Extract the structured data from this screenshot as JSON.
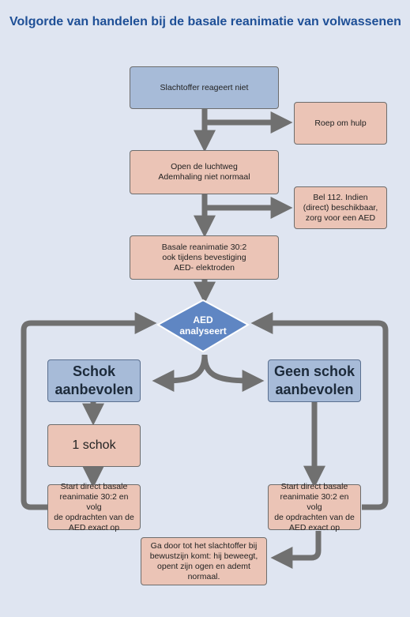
{
  "title": "Volgorde van handelen bij de basale reanimatie van volwassenen",
  "nodes": {
    "slachtoffer": "Slachtoffer reageert niet",
    "roep": "Roep om hulp",
    "luchtweg": "Open de luchtweg\nAdemhaling niet normaal",
    "bel": "Bel 112. Indien\n(direct) beschikbaar,\nzorg voor een AED",
    "basale": "Basale reanimatie 30:2\nook tijdens bevestiging\nAED- elektroden",
    "aed": "AED\nanalyseert",
    "schok": "Schok\naanbevolen",
    "geen_schok": "Geen schok\naanbevolen",
    "een_schok": "1 schok",
    "start_left": "Start direct basale\nreanimatie 30:2 en volg\nde opdrachten van de\nAED exact op",
    "start_right": "Start direct basale\nreanimatie 30:2 en volg\nde opdrachten van de\nAED exact op",
    "ga_door": "Ga door tot het slachtoffer bij\nbewustzijn komt: hij beweegt,\nopent zijn ogen en ademt\nnormaal."
  },
  "colors": {
    "title": "#1e4f96",
    "blue_box": "#a7bbd8",
    "pink_box": "#ebc4b6",
    "arrow": "#707070",
    "diamond": "#5f86c3",
    "background": "#dfe5f1"
  }
}
